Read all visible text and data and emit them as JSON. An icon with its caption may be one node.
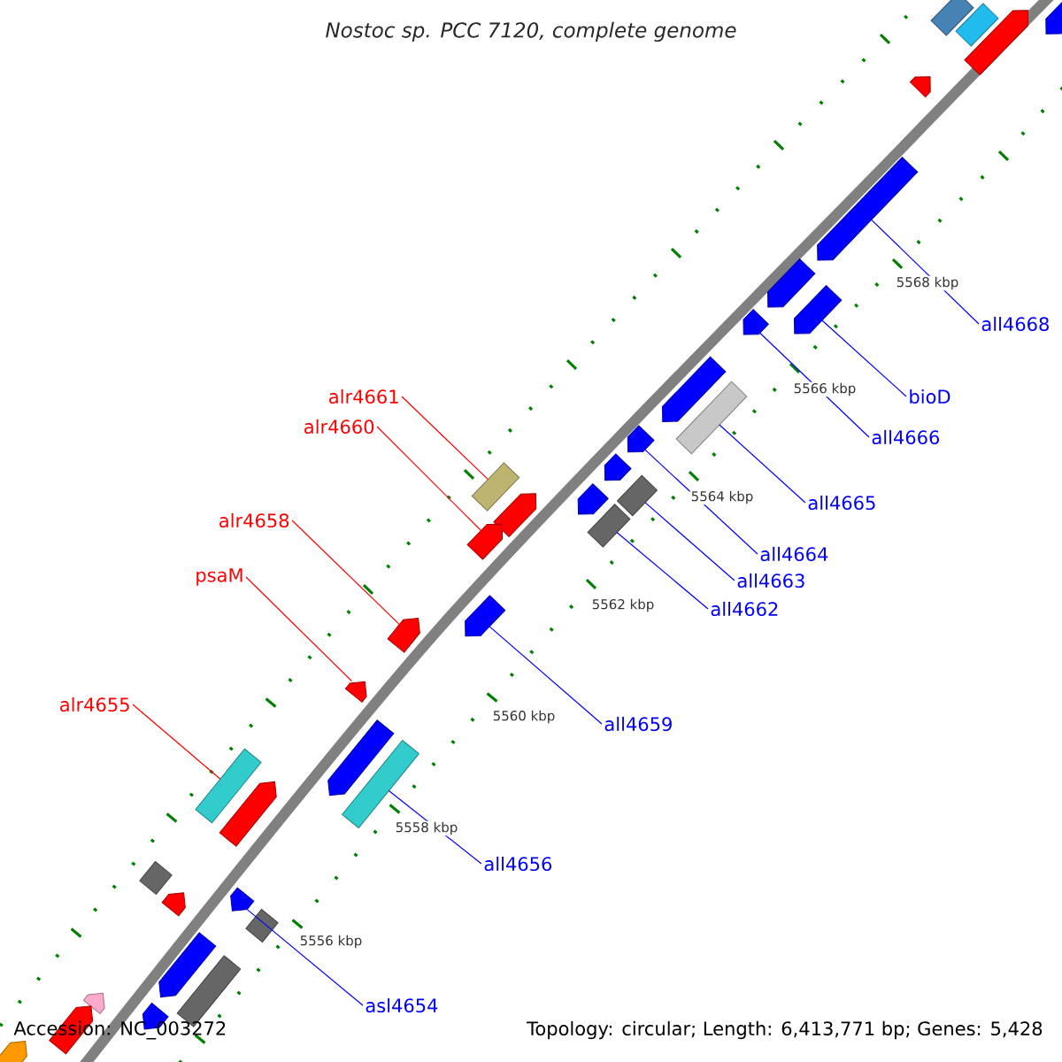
{
  "diagram": {
    "title": "Nostoc sp. PCC 7120, complete genome",
    "nodes": [
      {
        "text": [
          "all4668"
        ]
      },
      {
        "text": [
          "alr4661"
        ]
      },
      {
        "text": [
          "bioD"
        ]
      },
      {
        "text": [
          "alr4660"
        ]
      },
      {
        "text": [
          "all4666"
        ]
      },
      {
        "text": [
          "all4665"
        ]
      },
      {
        "text": [
          "alr4658"
        ]
      },
      {
        "text": [
          "all4664"
        ]
      },
      {
        "text": [
          "psaM"
        ]
      },
      {
        "text": [
          "all4663"
        ]
      },
      {
        "text": [
          "all4662"
        ]
      },
      {
        "text": [
          "alr4655"
        ]
      },
      {
        "text": [
          "all4659"
        ]
      },
      {
        "text": [
          "all4656"
        ]
      },
      {
        "text": [
          "asl4654"
        ]
      },
      {
        "text": [],
        "shape": "box"
      },
      {
        "text": [],
        "shape": "pentagon"
      },
      {
        "text": [],
        "shape": "box"
      },
      {
        "text": [],
        "shape": "pentagon"
      },
      {
        "text": [],
        "shape": "pentagon"
      },
      {
        "text": [],
        "shape": "pentagon"
      },
      {
        "text": [],
        "shape": "pentagon"
      },
      {
        "text": [],
        "shape": "pentagon"
      },
      {
        "text": [],
        "shape": "pentagon"
      },
      {
        "text": [],
        "shape": "pentagon"
      },
      {
        "text": [],
        "shape": "box"
      },
      {
        "text": [],
        "shape": "pentagon"
      },
      {
        "text": [],
        "shape": "pentagon"
      },
      {
        "text": [],
        "shape": "box"
      },
      {
        "text": [],
        "shape": "box"
      },
      {
        "text": [],
        "shape": "pentagon"
      },
      {
        "text": [],
        "shape": "pentagon"
      },
      {
        "text": [],
        "shape": "box"
      },
      {
        "text": [],
        "shape": "pentagon"
      },
      {
        "text": [],
        "shape": "pentagon"
      },
      {
        "text": [],
        "shape": "pentagon"
      },
      {
        "text": [],
        "shape": "pentagon"
      },
      {
        "text": [],
        "shape": "pentagon"
      },
      {
        "text": [],
        "shape": "box"
      },
      {
        "text": [],
        "shape": "box"
      },
      {
        "text": [],
        "shape": "pentagon"
      },
      {
        "text": [],
        "shape": "box"
      },
      {
        "text": [],
        "shape": "pentagon"
      },
      {
        "text": [],
        "shape": "pentagon"
      },
      {
        "text": [],
        "shape": "box"
      },
      {
        "text": [],
        "shape": "pentagon"
      },
      {
        "text": [],
        "shape": "box"
      },
      {
        "text": [],
        "shape": "pentagon"
      },
      {
        "text": [],
        "shape": "pentagon"
      },
      {
        "text": [],
        "shape": "pentagon"
      },
      {
        "text": [],
        "shape": "pentagon"
      }
    ],
    "edges": [
      {
        "from": 0,
        "to": 20,
        "arrow": "none"
      },
      {
        "from": 1,
        "to": 28,
        "arrow": "none",
        "color": "#ff0000"
      },
      {
        "from": 2,
        "to": 22,
        "arrow": "none"
      },
      {
        "from": 3,
        "to": 33,
        "arrow": "none",
        "color": "#ff0000"
      },
      {
        "from": 4,
        "to": 23,
        "arrow": "none"
      },
      {
        "from": 5,
        "to": 25,
        "arrow": "none"
      },
      {
        "from": 6,
        "to": 35,
        "arrow": "none",
        "color": "#ff0000"
      },
      {
        "from": 7,
        "to": 26,
        "arrow": "none"
      },
      {
        "from": 8,
        "to": 36,
        "arrow": "none",
        "color": "#ff0000"
      },
      {
        "from": 9,
        "to": 29,
        "arrow": "none"
      },
      {
        "from": 10,
        "to": 32,
        "arrow": "none"
      },
      {
        "from": 11,
        "to": 39,
        "arrow": "none",
        "color": "#ff0000"
      },
      {
        "from": 12,
        "to": 34,
        "arrow": "none"
      },
      {
        "from": 13,
        "to": 38,
        "arrow": "none"
      },
      {
        "from": 14,
        "to": 43,
        "arrow": "none"
      }
    ],
    "labels": [
      "5568 kbp",
      "5566 kbp",
      "5564 kbp",
      "5562 kbp",
      "5560 kbp",
      "5558 kbp",
      "5556 kbp",
      "Accession: NC_003272",
      "Topology: circular; Length: 6,413,771 bp; Genes: 5,428"
    ]
  }
}
